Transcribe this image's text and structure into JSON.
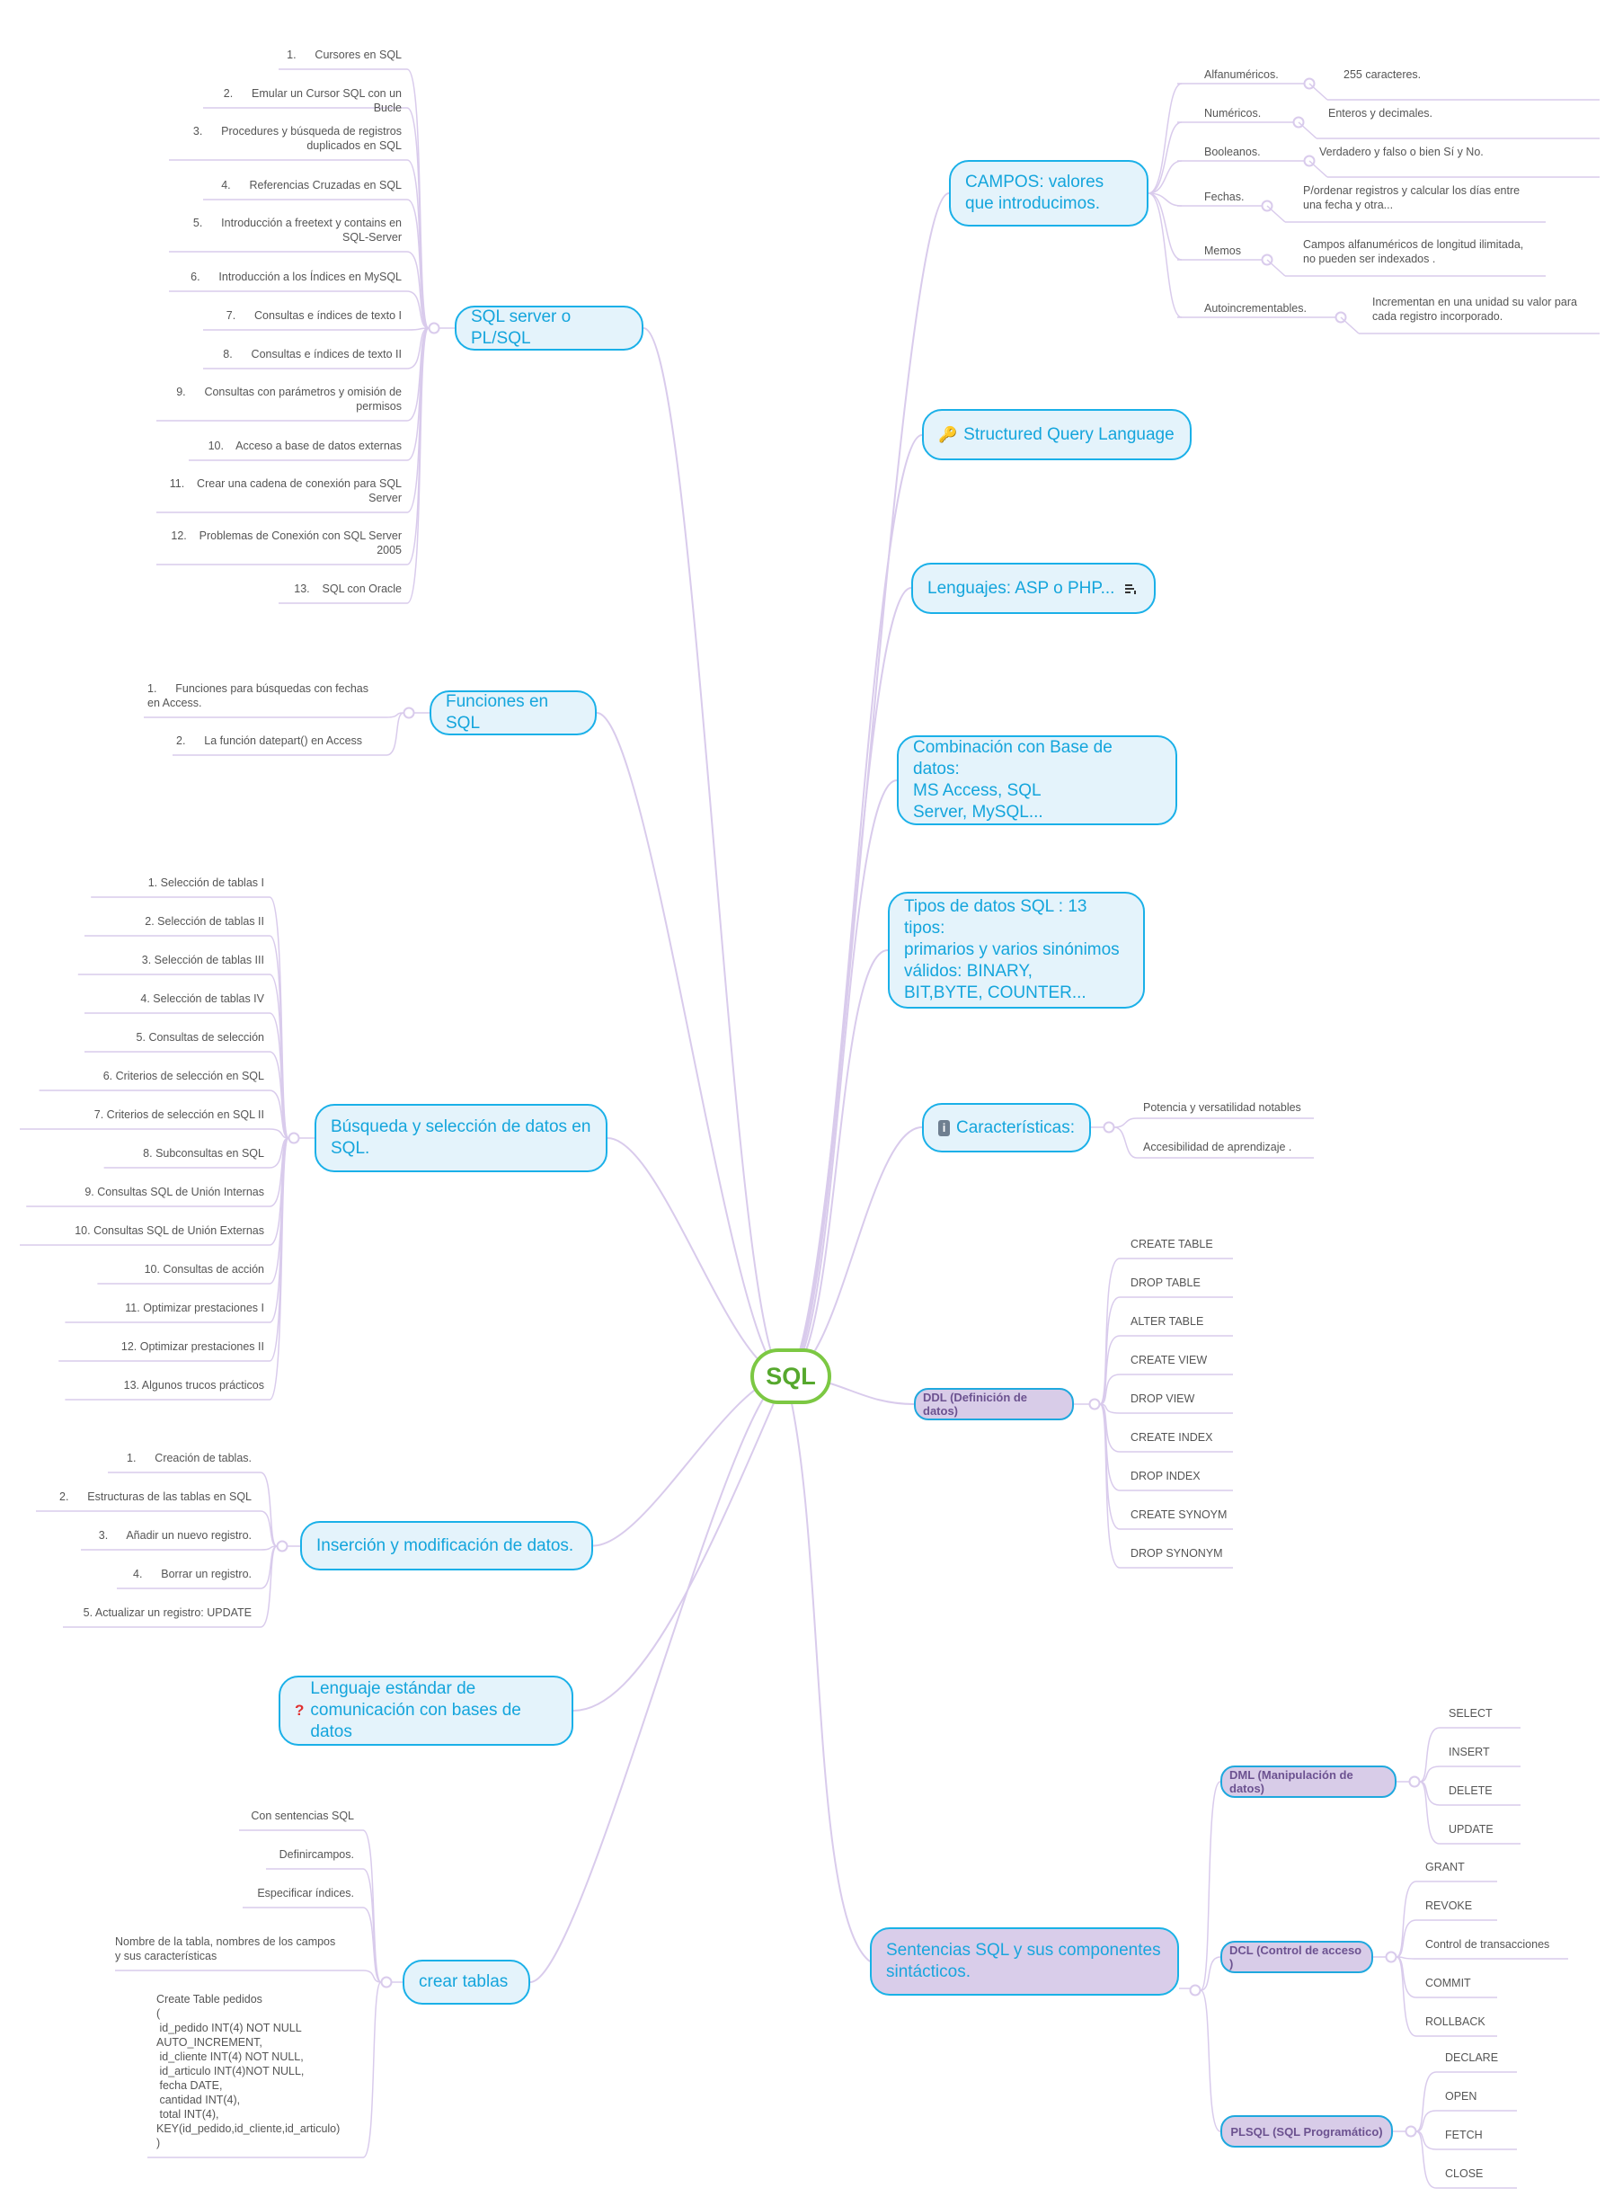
{
  "center": {
    "label": "SQL"
  },
  "colors": {
    "wire": "#d9cbec",
    "center_border": "#7cc843",
    "node_border": "#1ab0e8",
    "node_text": "#14a5dc"
  },
  "topics": {
    "campos": {
      "label": "CAMPOS: valores que introducimos.",
      "items": [
        {
          "name": "Alfanuméricos.",
          "desc": "255 caracteres."
        },
        {
          "name": "Numéricos.",
          "desc": "Enteros y decimales."
        },
        {
          "name": "Booleanos.",
          "desc": "Verdadero y falso o bien Sí y No."
        },
        {
          "name": "Fechas.",
          "desc": "P/ordenar registros y calcular los días entre\nuna fecha y otra..."
        },
        {
          "name": "Memos",
          "desc": "Campos alfanuméricos de longitud ilimitada,\nno pueden ser indexados ."
        },
        {
          "name": "Autoincrementables.",
          "desc": "Incrementan en una unidad su valor para\ncada registro incorporado."
        }
      ]
    },
    "sql_lang": {
      "label": "Structured Query Language",
      "icon": "key-icon"
    },
    "lenguajes": {
      "label": "Lenguajes: ASP o PHP...",
      "icon": "note-icon"
    },
    "combinacion": {
      "label": "Combinación con Base de datos:\nMS Access, SQL\nServer, MySQL..."
    },
    "tipos": {
      "label": "Tipos de datos SQL : 13 tipos:\nprimarios y varios sinónimos\nválidos: BINARY,\nBIT,BYTE, COUNTER..."
    },
    "caracteristicas": {
      "label": "Características:",
      "icon": "info-icon",
      "items": [
        "Potencia y versatilidad notables",
        "Accesibilidad de aprendizaje ."
      ]
    },
    "ddl": {
      "label": "DDL (Definición de datos)",
      "items": [
        "CREATE TABLE",
        "DROP TABLE",
        "ALTER TABLE",
        "CREATE VIEW",
        "DROP VIEW",
        "CREATE INDEX",
        "DROP INDEX",
        "CREATE SYNOYM",
        "DROP SYNONYM"
      ]
    },
    "sentencias": {
      "label": "Sentencias SQL y sus componentes\nsintácticos.",
      "groups": [
        {
          "label": "DML (Manipulación de datos)",
          "items": [
            "SELECT",
            "INSERT",
            "DELETE",
            "UPDATE"
          ]
        },
        {
          "label": "DCL (Control de acceso )",
          "items": [
            "GRANT",
            "REVOKE",
            "Control de transacciones",
            "COMMIT",
            "ROLLBACK"
          ]
        },
        {
          "label": "PLSQL (SQL Programático)",
          "items": [
            "DECLARE",
            "OPEN",
            "FETCH",
            "CLOSE"
          ]
        }
      ]
    },
    "sqlserver": {
      "label": "SQL server o PL/SQL",
      "items": [
        "1.      Cursores en SQL",
        "2.      Emular un Cursor SQL con un Bucle",
        "3.      Procedures y búsqueda de registros\nduplicados en SQL",
        "4.      Referencias Cruzadas en SQL",
        "5.      Introducción a freetext y contains en\nSQL-Server",
        "6.      Introducción a los Índices en MySQL",
        "7.      Consultas e índices de texto I",
        "8.      Consultas e índices de texto II",
        "9.      Consultas con parámetros y omisión de\npermisos",
        "10.    Acceso a base de datos externas",
        "11.    Crear una cadena de conexión para SQL\nServer",
        "12.    Problemas de Conexión con SQL Server\n2005",
        "13.    SQL con Oracle"
      ]
    },
    "funciones": {
      "label": "Funciones en SQL",
      "items": [
        "1.      Funciones para búsquedas con fechas\nen Access.",
        "2.      La función datepart() en Access"
      ]
    },
    "busqueda": {
      "label": "Búsqueda y selección de datos en\nSQL.",
      "items": [
        "1. Selección de tablas I",
        "2. Selección de tablas II",
        "3. Selección de tablas III",
        "4. Selección de tablas IV",
        "5. Consultas de selección",
        "6. Criterios de selección en SQL",
        "7. Criterios de selección en SQL II",
        "8. Subconsultas en SQL",
        "9. Consultas SQL de Unión Internas",
        "10. Consultas SQL de Unión Externas",
        "10. Consultas de acción",
        "11. Optimizar prestaciones I",
        "12. Optimizar prestaciones II",
        "13. Algunos trucos prácticos"
      ]
    },
    "insercion": {
      "label": "Inserción y modificación de datos.",
      "items": [
        "1.      Creación de tablas.",
        "2.      Estructuras de las tablas en SQL",
        "3.      Añadir un nuevo registro.",
        "4.      Borrar un registro.",
        "5. Actualizar un registro: UPDATE"
      ]
    },
    "lenguaje_estandar": {
      "label": "Lenguaje estándar de\ncomunicación con bases de datos",
      "icon": "question-icon"
    },
    "crear_tablas": {
      "label": "crear tablas",
      "items": [
        "Con sentencias SQL",
        "Definircampos.",
        "Especificar índices.",
        "Nombre de la tabla, nombres de los campos\ny sus características",
        "Create Table pedidos\n(\n id_pedido INT(4) NOT NULL\nAUTO_INCREMENT,\n id_cliente INT(4) NOT NULL,\n id_articulo INT(4)NOT NULL,\n fecha DATE,\n cantidad INT(4),\n total INT(4),\nKEY(id_pedido,id_cliente,id_articulo)\n)"
      ]
    }
  }
}
